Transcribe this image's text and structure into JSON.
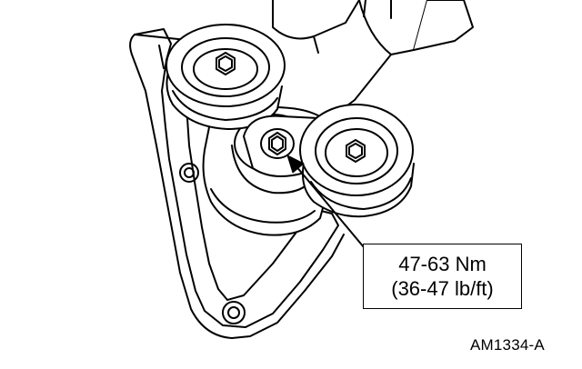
{
  "callout": {
    "torque_metric": "47-63 Nm",
    "torque_imperial": "(36-47 lb/ft)"
  },
  "figure_id": "AM1334-A"
}
